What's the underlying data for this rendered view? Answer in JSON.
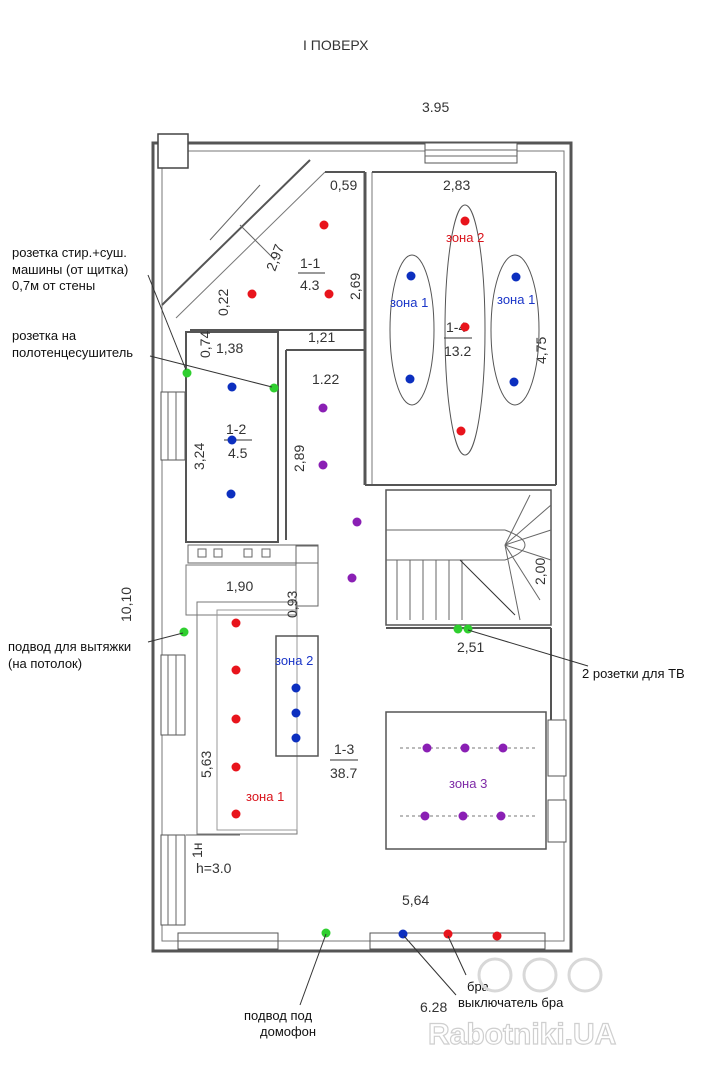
{
  "title": "I ПОВЕРХ",
  "colors": {
    "red": "#e8141c",
    "blue": "#0c2fbf",
    "green": "#2fcf2f",
    "purple": "#8a1fb4",
    "zone_blue": "#1a35c8",
    "zone_red": "#d9141c",
    "zone_purple": "#7e2aa7"
  },
  "dimensions": {
    "top_width": "3.95",
    "room11_top": "0,59",
    "room11_diag": "2,97",
    "room11_side": "2,69",
    "room11_corner": "0,22",
    "room11_bottom": "1,21",
    "room14_top": "2,83",
    "room14_side": "4,75",
    "room12_top": "1,38",
    "room12_note": "0,74",
    "room12_side": "3,24",
    "hall_top": "1.22",
    "hall_side": "2,89",
    "stair_side": "2,00",
    "stair_bottom": "2,51",
    "kitchen_top": "1,90",
    "kitchen_small": "0,93",
    "left_total": "10,10",
    "kitchen_side": "5,63",
    "height_tag": "1н",
    "height": "h=3.0",
    "bottom_inner": "5,64",
    "bottom_total": "6.28"
  },
  "rooms": [
    {
      "num": "1-1",
      "area": "4.3"
    },
    {
      "num": "1-4",
      "area": "13.2"
    },
    {
      "num": "1-2",
      "area": "4.5"
    },
    {
      "num": "1-3",
      "area": "38.7"
    }
  ],
  "zones": {
    "z1_left": "зона 1",
    "z1_right": "зона 1",
    "z2_top": "зона 2",
    "z2_kitchen": "зона 2",
    "z1_kitchen": "зона 1",
    "z3": "зона 3"
  },
  "annotations": {
    "washer_socket": [
      "розетка стир.+суш.",
      "машины (от щитка)",
      "0,7м от стены"
    ],
    "towel_socket": [
      "розетка на",
      "полотенцесушитель"
    ],
    "hood": [
      "подвод для вытяжки",
      "(на потолок)"
    ],
    "tv": "2 розетки для ТВ",
    "intercom": [
      "подвод под",
      "домофон"
    ],
    "sconce": "бра",
    "sconce_switch": "выключатель бра"
  },
  "watermark": "Rabotniki.UA"
}
